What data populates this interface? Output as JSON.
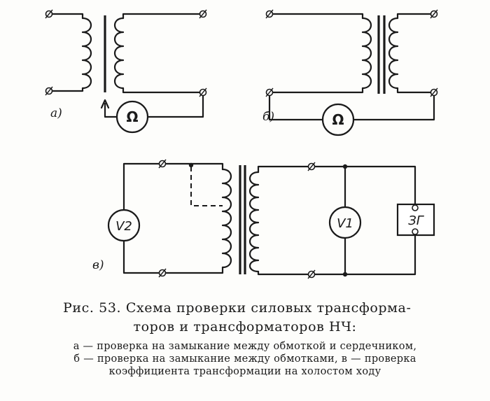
{
  "diagram": {
    "part_labels": {
      "a": "а)",
      "b": "б)",
      "c": "в)"
    },
    "instruments": {
      "ohmmeter": "Ω",
      "voltmeter_1": "V1",
      "voltmeter_2": "V2",
      "generator": "ЗГ"
    }
  },
  "caption": {
    "title_line1": "Рис. 53. Схема проверки силовых трансформа-",
    "title_line2": "торов и трансформаторов НЧ:",
    "desc_line1": "а — проверка на замыкание между обмоткой и сердечником,",
    "desc_line2": "б — проверка на замыкание между обмотками, в — проверка",
    "desc_line3": "коэффициента трансформации на холостом ходу"
  }
}
